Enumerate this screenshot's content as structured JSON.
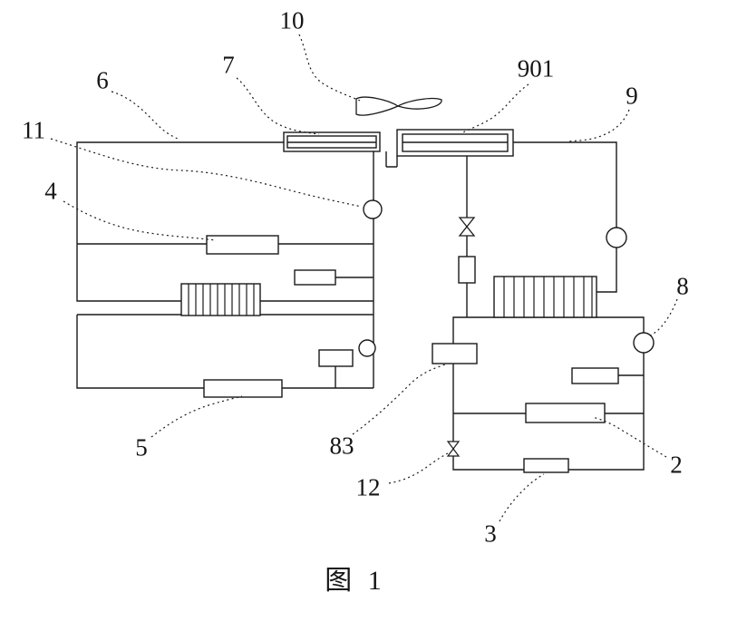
{
  "figure": {
    "caption": "图 1"
  },
  "labels": {
    "l10": "10",
    "l7": "7",
    "l901": "901",
    "l6": "6",
    "l9": "9",
    "l11": "11",
    "l4": "4",
    "l8": "8",
    "l5": "5",
    "l83": "83",
    "l2": "2",
    "l12": "12",
    "l3": "3"
  },
  "colors": {
    "ink": "#1a1a1a",
    "paper": "#ffffff"
  }
}
